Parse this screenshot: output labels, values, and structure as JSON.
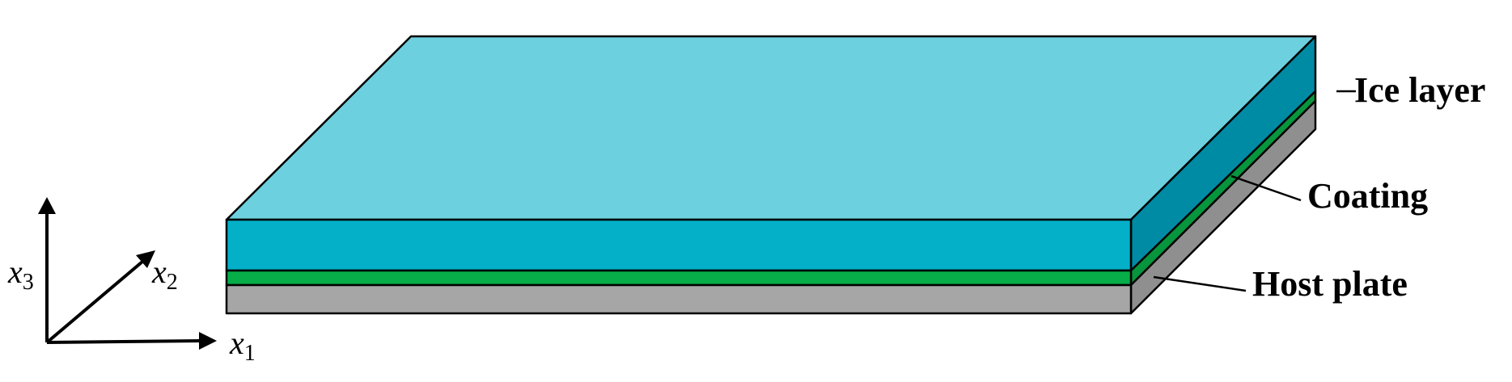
{
  "colors": {
    "ice_top": "#6dd0df",
    "ice_front": "#03b0c8",
    "ice_side": "#008ba5",
    "coating_front": "#07ad48",
    "coating_side": "#07953e",
    "plate_front": "#a6a6a6",
    "plate_side": "#8f8f8f",
    "outline": "#000000"
  },
  "layers": [
    {
      "name": "ice-layer",
      "label": "Ice layer"
    },
    {
      "name": "coating",
      "label": "Coating"
    },
    {
      "name": "host-plate",
      "label": "Host plate"
    }
  ],
  "axes": [
    {
      "name": "x1",
      "var": "x",
      "sub": "1"
    },
    {
      "name": "x2",
      "var": "x",
      "sub": "2"
    },
    {
      "name": "x3",
      "var": "x",
      "sub": "3"
    }
  ]
}
